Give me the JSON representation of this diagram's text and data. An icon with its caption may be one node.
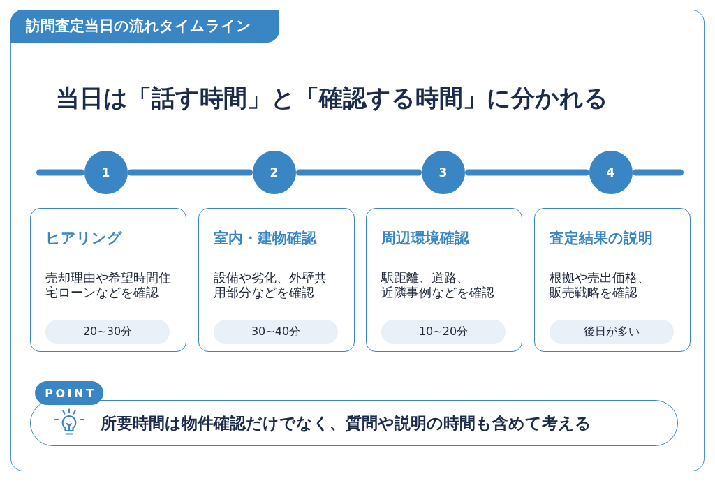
{
  "diagram": {
    "title": "当日は「話す時間」と「確認する時間」に分かれる",
    "nodes": [
      {
        "text": [
          "訪問査定当日の流れタイムライン"
        ]
      },
      {
        "text": [
          "1"
        ],
        "in": 0
      },
      {
        "text": [
          "2"
        ],
        "in": 0
      },
      {
        "text": [
          "3"
        ],
        "in": 0
      },
      {
        "text": [
          "4"
        ],
        "in": 0
      },
      {
        "text": [
          "ヒアリング",
          "売却理由や希望時間住宅ローンなどを確認"
        ],
        "in": 0
      },
      {
        "text": [
          "20~30分"
        ],
        "in": 5
      },
      {
        "text": [
          "室内・建物確認",
          "設備や劣化、外壁共用部分などを確認"
        ],
        "in": 0
      },
      {
        "text": [
          "30~40分"
        ],
        "in": 7
      },
      {
        "text": [
          "周辺環境確認",
          "駅距離、道路、近隣事例などを確認"
        ],
        "in": 0
      },
      {
        "text": [
          "10~20分"
        ],
        "in": 9
      },
      {
        "text": [
          "査定結果の説明",
          "根拠や売出価格、販売戦略を確認"
        ],
        "in": 0
      },
      {
        "text": [
          "後日が多い"
        ],
        "in": 11
      },
      {
        "text": [
          "POINT",
          "所要時間は物件確認だけでなく、質問や説明の時間も含めて考える"
        ],
        "in": 0
      }
    ],
    "edges": [
      {
        "from": null,
        "to": 1,
        "arrow": "none"
      },
      {
        "from": 1,
        "to": 2,
        "arrow": "none"
      },
      {
        "from": 2,
        "to": 3,
        "arrow": "none"
      },
      {
        "from": 3,
        "to": 4,
        "arrow": "none"
      },
      {
        "from": 4,
        "to": null,
        "arrow": "none"
      }
    ]
  }
}
